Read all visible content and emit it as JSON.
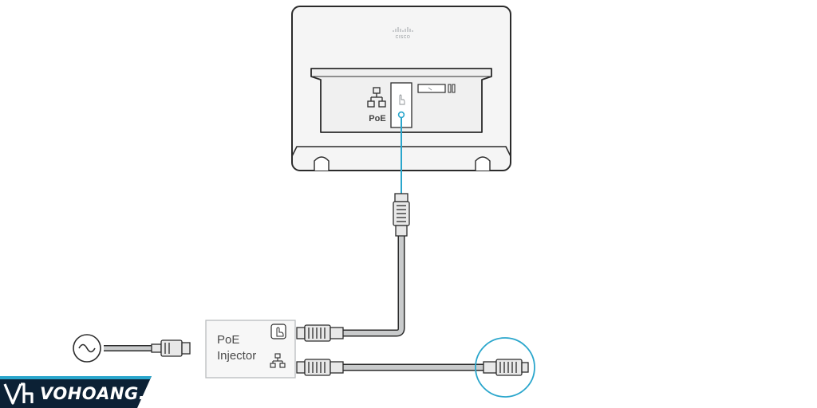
{
  "device": {
    "logo_text": "CISCO",
    "port_label": "PoE"
  },
  "injector": {
    "label_line1": "PoE",
    "label_line2": "Injector"
  },
  "brand": {
    "name": "VOHOANG.vn"
  },
  "colors": {
    "accent": "#2aa6cc",
    "outline": "#2b2b2b",
    "cable": "#c9cbcc",
    "device_fill": "#f5f5f5",
    "brand_bg": "#0c2135"
  },
  "icons": [
    "ethernet-network-icon",
    "power-hand-icon",
    "ac-power-icon"
  ]
}
